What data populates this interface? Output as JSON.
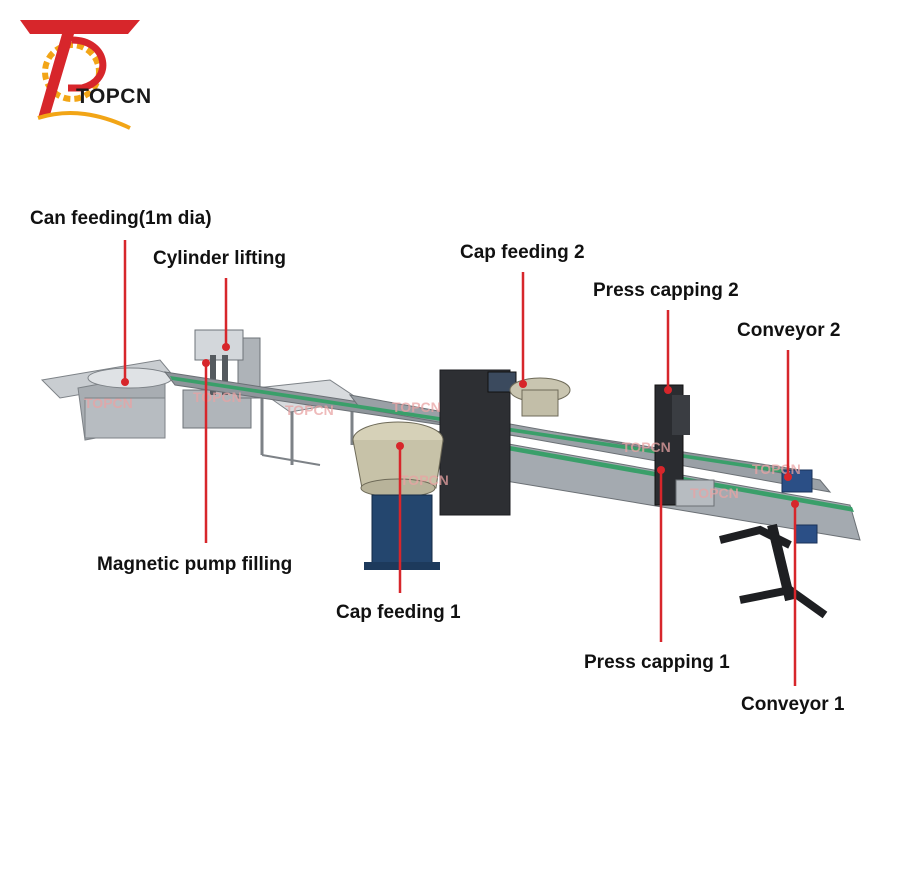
{
  "brand": {
    "name": "TOPCN",
    "watermark": "TOPCN",
    "colors": {
      "primary": "#d7262b",
      "accent": "#f2a516",
      "dark": "#1a1a1a"
    }
  },
  "labels": {
    "can_feeding": "Can feeding(1m dia)",
    "cylinder_lifting": "Cylinder lifting",
    "magnetic_pump_filling": "Magnetic pump filling",
    "cap_feeding_1": "Cap feeding 1",
    "cap_feeding_2": "Cap feeding 2",
    "press_capping_1": "Press capping 1",
    "press_capping_2": "Press capping 2",
    "conveyor_1": "Conveyor 1",
    "conveyor_2": "Conveyor 2"
  },
  "colors": {
    "leader_line": "#d7262b",
    "machine_steel": "#9aa0a6",
    "machine_dark": "#2d2f33",
    "belt_green": "#3a9f6a",
    "stand_blue": "#24466e"
  }
}
